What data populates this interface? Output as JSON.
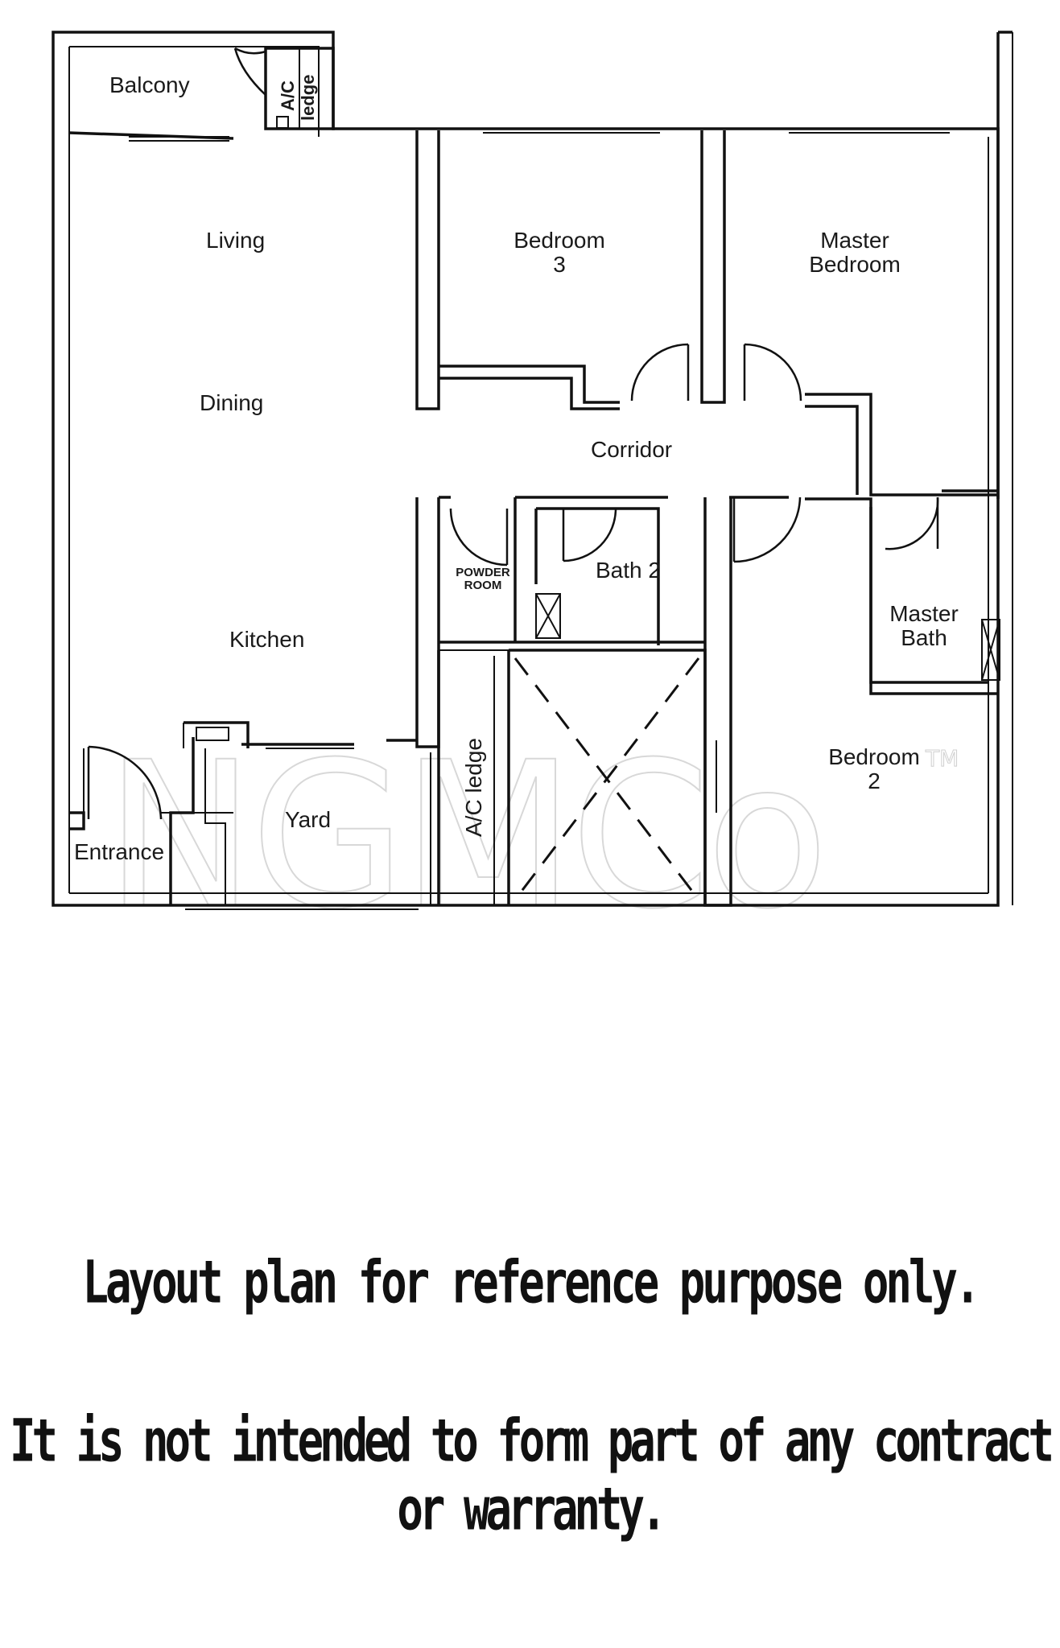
{
  "rooms": {
    "balcony": "Balcony",
    "ac_ledge_top_1": "A/C",
    "ac_ledge_top_2": "ledge",
    "living": "Living",
    "dining": "Dining",
    "kitchen": "Kitchen",
    "bedroom3_1": "Bedroom",
    "bedroom3_2": "3",
    "master_bedroom_1": "Master",
    "master_bedroom_2": "Bedroom",
    "corridor": "Corridor",
    "powder_room_1": "POWDER",
    "powder_room_2": "ROOM",
    "bath2": "Bath 2",
    "master_bath_1": "Master",
    "master_bath_2": "Bath",
    "ac_ledge": "A/C ledge",
    "yard": "Yard",
    "entrance": "Entrance",
    "bedroom2_1": "Bedroom",
    "bedroom2_2": "2"
  },
  "watermark": {
    "text": "NGMCo",
    "tm": "TM"
  },
  "disclaimer": {
    "line1": "Layout plan for reference purpose only.",
    "line2": "It is not intended to form part of any contract or warranty."
  }
}
